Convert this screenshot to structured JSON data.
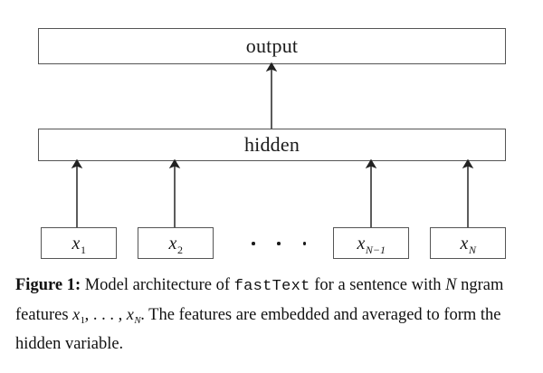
{
  "figure": {
    "id": "figure-1",
    "type": "model-architecture-diagram",
    "layers": {
      "output": {
        "label": "output"
      },
      "hidden": {
        "label": "hidden"
      }
    },
    "inputs": [
      {
        "base": "x",
        "sub": "1",
        "sub_italic": false
      },
      {
        "base": "x",
        "sub": "2",
        "sub_italic": false
      },
      {
        "base": "x",
        "sub": "N−1",
        "sub_italic": true
      },
      {
        "base": "x",
        "sub": "N",
        "sub_italic": true
      }
    ],
    "ellipsis": "· · ·",
    "edges": [
      {
        "from": "x1",
        "to": "hidden"
      },
      {
        "from": "x2",
        "to": "hidden"
      },
      {
        "from": "xN-1",
        "to": "hidden"
      },
      {
        "from": "xN",
        "to": "hidden"
      },
      {
        "from": "hidden",
        "to": "output"
      }
    ],
    "colors": {
      "stroke": "#555555",
      "arrow": "#333333",
      "background": "#ffffff",
      "text": "#1a1a1a"
    }
  },
  "caption": {
    "label": "Figure 1:",
    "part1": "Model architecture of",
    "mono": "fastText",
    "part2": "for a sentence with",
    "n_symbol": "N",
    "part3": "ngram features",
    "x_first_base": "x",
    "x_first_sub": "1",
    "comma_dots": ", . . . ,",
    "x_last_base": "x",
    "x_last_sub": "N",
    "part4": ". The features are embedded and averaged to form the hidden variable."
  }
}
